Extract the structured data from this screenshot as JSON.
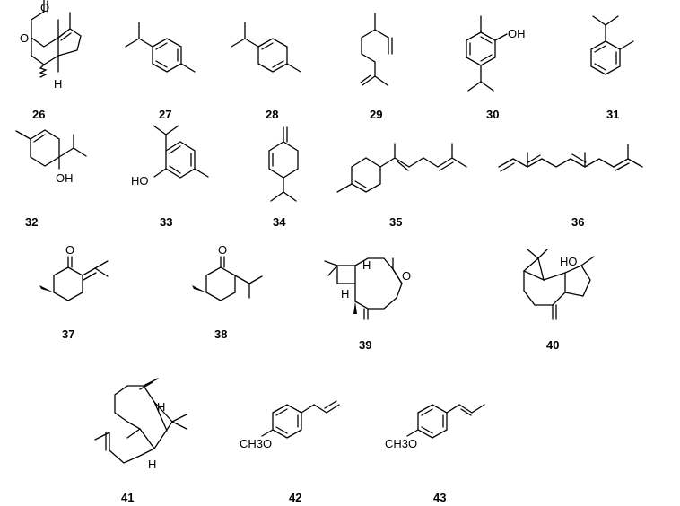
{
  "compounds": [
    {
      "label": "26",
      "atoms": [
        "O",
        "O",
        "H"
      ]
    },
    {
      "label": "27"
    },
    {
      "label": "28"
    },
    {
      "label": "29"
    },
    {
      "label": "30",
      "atoms": [
        "OH"
      ]
    },
    {
      "label": "31"
    },
    {
      "label": "32",
      "atoms": [
        "OH"
      ]
    },
    {
      "label": "33",
      "atoms": [
        "HO"
      ]
    },
    {
      "label": "34"
    },
    {
      "label": "35"
    },
    {
      "label": "36"
    },
    {
      "label": "37",
      "atoms": [
        "O"
      ]
    },
    {
      "label": "38",
      "atoms": [
        "O"
      ]
    },
    {
      "label": "39",
      "atoms": [
        "H",
        "O",
        "H"
      ]
    },
    {
      "label": "40",
      "atoms": [
        "HO"
      ]
    },
    {
      "label": "41",
      "atoms": [
        "H",
        "H"
      ]
    },
    {
      "label": "42",
      "atoms": [
        "CH3O"
      ]
    },
    {
      "label": "43",
      "atoms": [
        "CH3O"
      ]
    }
  ]
}
